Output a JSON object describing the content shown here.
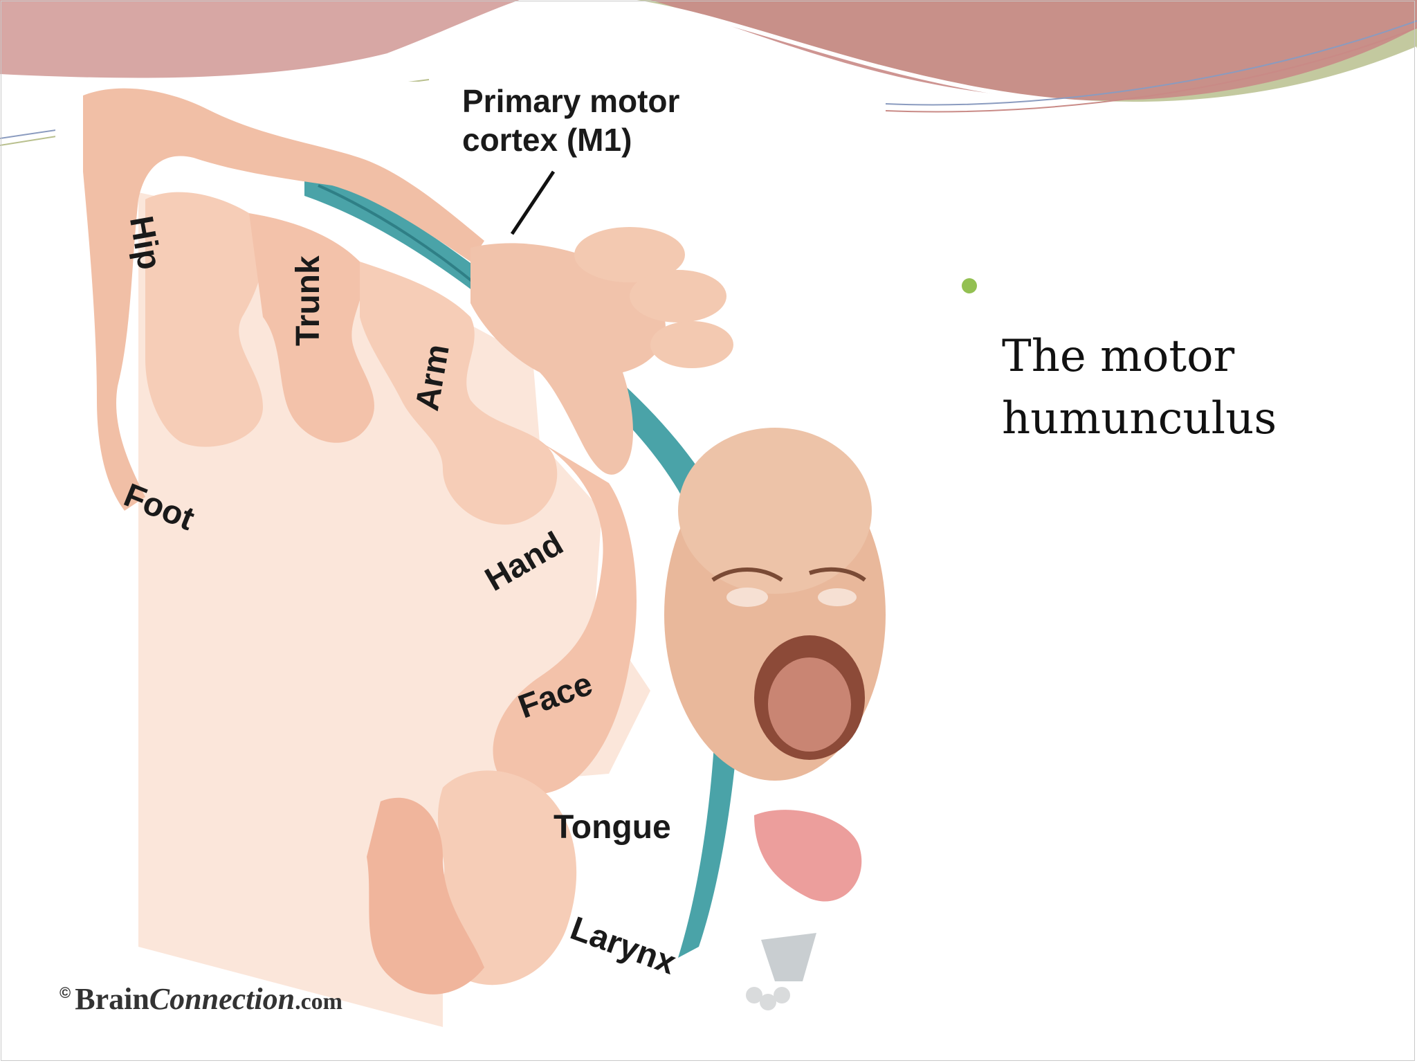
{
  "slide": {
    "bullet": "The motor\nhumunculus"
  },
  "figure": {
    "title_line1": "Primary motor",
    "title_line2": "cortex (M1)",
    "labels": {
      "hip": "Hip",
      "trunk": "Trunk",
      "arm": "Arm",
      "hand": "Hand",
      "foot": "Foot",
      "face": "Face",
      "tongue": "Tongue",
      "larynx": "Larynx"
    },
    "copyright": {
      "symbol": "©",
      "brand_plain": "Brain",
      "brand_italic": "Connection",
      "domain": ".com"
    }
  },
  "colors": {
    "cortex_blue": "#4aa3a8",
    "tissue": "#f6cdb7",
    "tissue_light": "#fbe6da",
    "bullet_green": "#93c052",
    "header_pink": "#c98a86",
    "header_green": "#b9c08e"
  }
}
